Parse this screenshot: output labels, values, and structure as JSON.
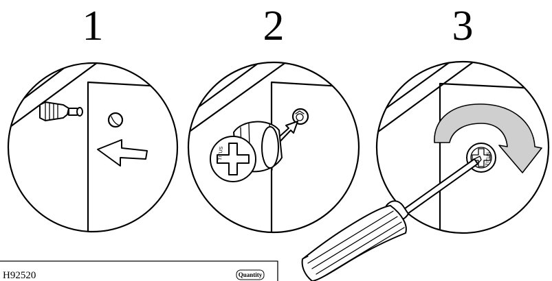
{
  "steps": [
    {
      "number": "1"
    },
    {
      "number": "2"
    },
    {
      "number": "3"
    }
  ],
  "fitting_brand": "TITUS",
  "parts_box": {
    "code": "H92520",
    "quantity_label": "Quantity"
  },
  "colors": {
    "line": "#000000",
    "arrow_fill": "#cfcfcf",
    "background": "#ffffff"
  }
}
